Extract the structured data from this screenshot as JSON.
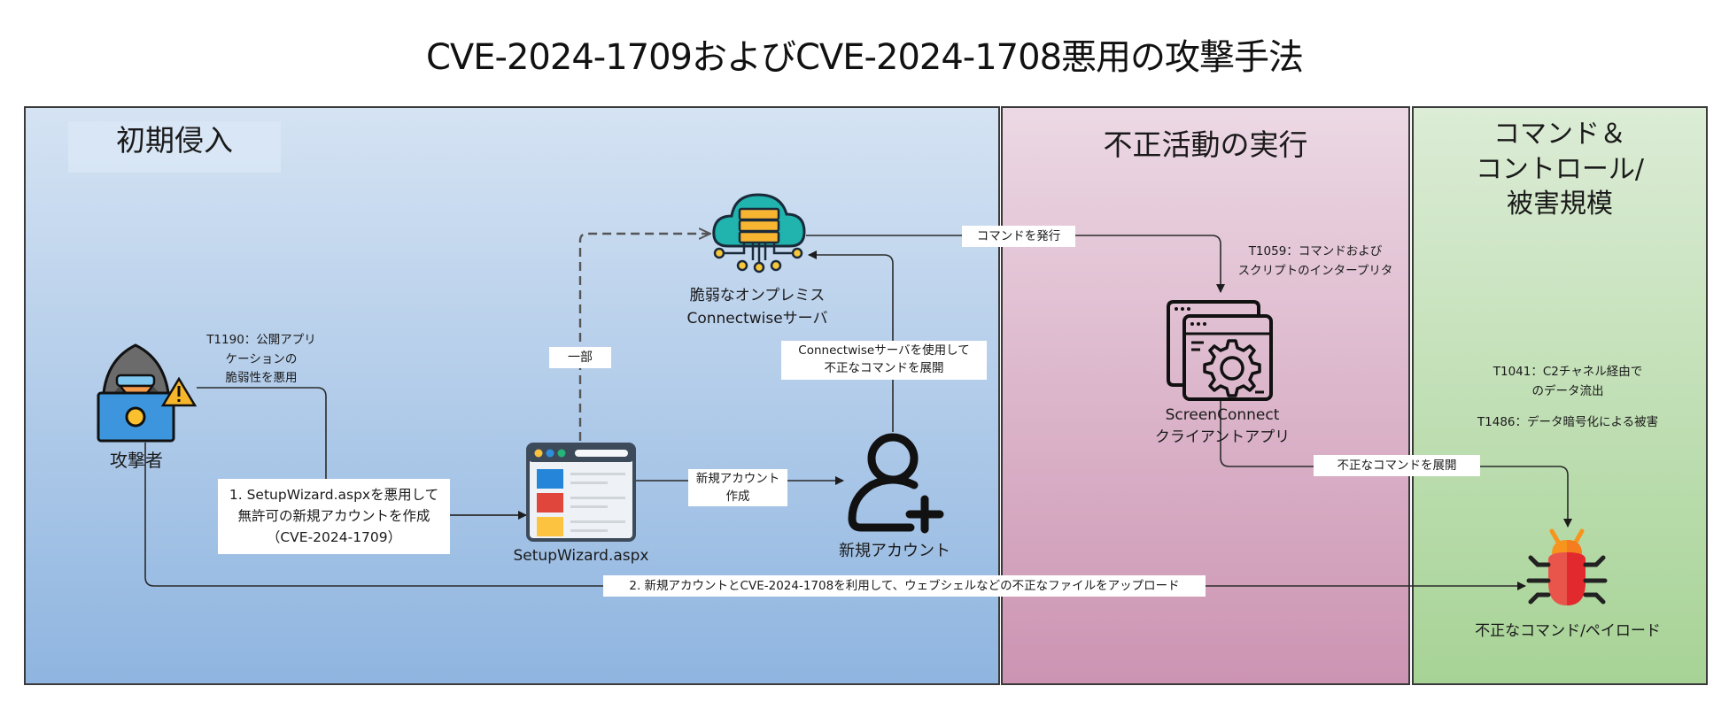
{
  "title": "CVE-2024-1709およびCVE-2024-1708悪用の攻撃手法",
  "panels": {
    "initial_access": "初期侵入",
    "execution": "不正活動の実行",
    "c2_line1": "コマンド＆",
    "c2_line2": "コントロール/",
    "c2_line3": "被害規模"
  },
  "nodes": {
    "attacker": "攻撃者",
    "server_line1": "脆弱なオンプレミス",
    "server_line2": "Connectwiseサーバ",
    "setupwizard": "SetupWizard.aspx",
    "new_account": "新規アカウント",
    "client_line1": "ScreenConnect",
    "client_line2": "クライアントアプリ",
    "payload": "不正なコマンド/ペイロード"
  },
  "annotations": {
    "t1190_line1": "T1190：公開アプリ",
    "t1190_line2": "ケーションの",
    "t1190_line3": "脆弱性を悪用",
    "t1059_line1": "T1059：コマンドおよび",
    "t1059_line2": "スクリプトのインタープリタ",
    "t1041_line1": "T1041：C2チャネル経由で",
    "t1041_line2": "のデータ流出",
    "t1486": "T1486：データ暗号化による被害"
  },
  "edge_labels": {
    "step1_line1": "1. SetupWizard.aspxを悪用して",
    "step1_line2": "無許可の新規アカウントを作成",
    "step1_line3": "（CVE-2024-1709）",
    "partial": "一部",
    "create_account_line1": "新規アカウント",
    "create_account_line2": "作成",
    "deploy_via_server_line1": "Connectwiseサーバを使用して",
    "deploy_via_server_line2": "不正なコマンドを展開",
    "issue_command": "コマンドを発行",
    "deploy_command": "不正なコマンドを展開",
    "step2": "2. 新規アカウントとCVE-2024-1708を利用して、ウェブシェルなどの不正なファイルをアップロード"
  },
  "colors": {
    "panel_blue": "#a9c6ea",
    "panel_pink": "#dcb1c8",
    "panel_green": "#c2e0b5",
    "server_teal": "#1fb5b0",
    "bug_red": "#e53935",
    "bug_orange": "#f7941d"
  }
}
